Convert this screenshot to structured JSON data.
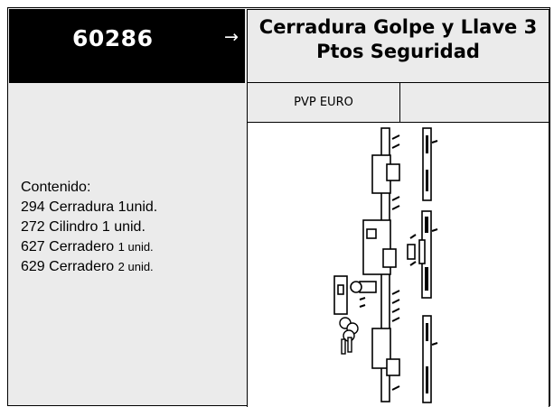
{
  "header": {
    "code": "60286",
    "arrow": "→",
    "title": "Cerradura Golpe y Llave 3 Ptos Seguridad"
  },
  "price": {
    "label": "PVP EURO",
    "value": ""
  },
  "contents": {
    "heading": "Contenido:",
    "items": [
      {
        "code": "294",
        "name": "Cerradura",
        "qty": "1unid."
      },
      {
        "code": "272",
        "name": "Cilindro",
        "qty": "1 unid."
      },
      {
        "code": "627",
        "name": "Cerradero",
        "qty": "1 unid."
      },
      {
        "code": "629",
        "name": "Cerradero",
        "qty": "2 unid."
      }
    ]
  },
  "image": {
    "icon": "lock-assembly-illustration"
  }
}
